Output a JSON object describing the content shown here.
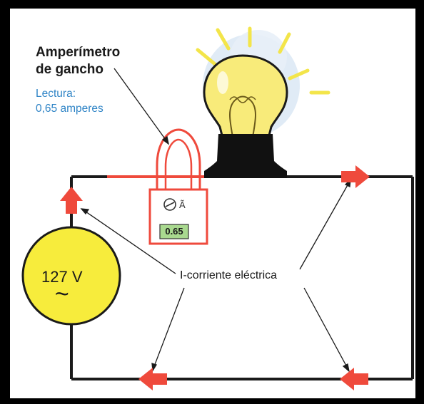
{
  "ammeter": {
    "title_line1": "Amperímetro",
    "title_line2": "de gancho",
    "reading_label": "Lectura:",
    "reading_value": "0,65 amperes",
    "display_value": "0.65",
    "unit_symbol": "Ã"
  },
  "source": {
    "voltage": "127 V",
    "ac_symbol": "~"
  },
  "current_label": "I-corriente eléctrica",
  "colors": {
    "wire": "#1a1a1a",
    "arrow": "#ef4a3c",
    "source_fill": "#f7ec3c",
    "bulb_glass": "#f8eb7a",
    "rays": "#f3e54a",
    "glow": "#dbe7f4",
    "reading_text": "#2f84c6",
    "display_fill": "#a9d98f"
  },
  "icons": [
    "lightbulb-icon",
    "voltage-source-icon",
    "clamp-meter-icon",
    "current-arrow-icon",
    "dial-icon"
  ]
}
